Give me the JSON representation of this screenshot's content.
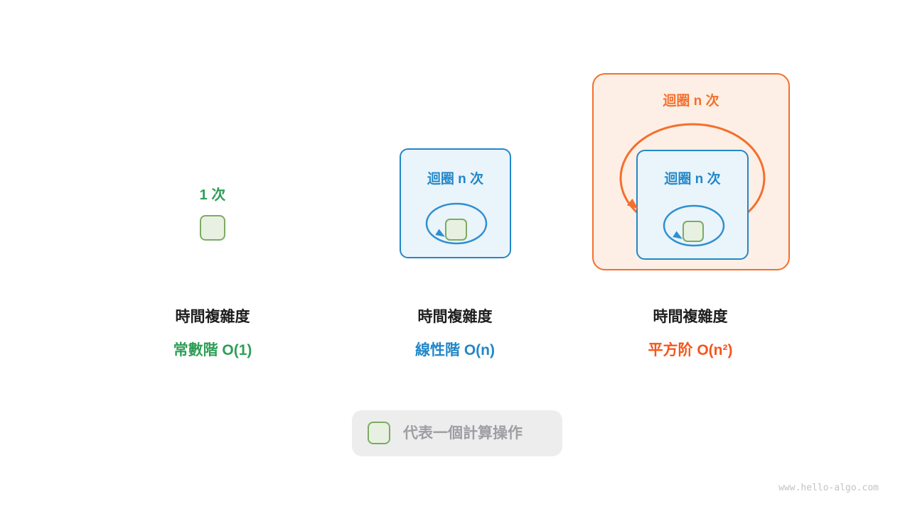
{
  "diagram": {
    "watermark": "www.hello-algo.com",
    "legend": {
      "label": "代表一個計算操作",
      "icon": "operation-square"
    },
    "colors": {
      "green": "#2f9e56",
      "green_fill": "#e8f1e1",
      "green_border": "#7cab63",
      "blue": "#2287c8",
      "blue_fill": "#eaf4fb",
      "orange": "#f46f2c",
      "orange_fill": "#fdefe5",
      "title_text": "#1d1d1f",
      "legend_bg": "#ededed",
      "legend_text": "#9e9ea3"
    },
    "panels": {
      "constant": {
        "count_label": "1 次",
        "title": "時間複雜度",
        "value": "常數階 O(1)"
      },
      "linear": {
        "loop_label": "迴圈 n 次",
        "title": "時間複雜度",
        "value": "線性階 O(n)"
      },
      "quadratic": {
        "outer_loop_label": "迴圈 n 次",
        "inner_loop_label": "迴圈 n 次",
        "title": "時間複雜度",
        "value": "平方阶 O(n²)"
      }
    }
  }
}
